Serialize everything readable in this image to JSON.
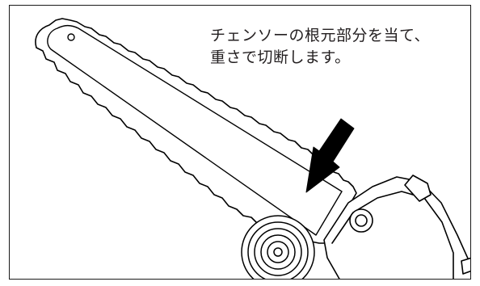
{
  "caption": {
    "line1": "チェンソーの根元部分を当て、",
    "line2": "重さで切断します。"
  },
  "illustration": {
    "subject": "chainsaw-bar-cutting-log",
    "arrow_direction": "down-left",
    "stroke_color": "#000000",
    "fill_color": "#ffffff"
  }
}
